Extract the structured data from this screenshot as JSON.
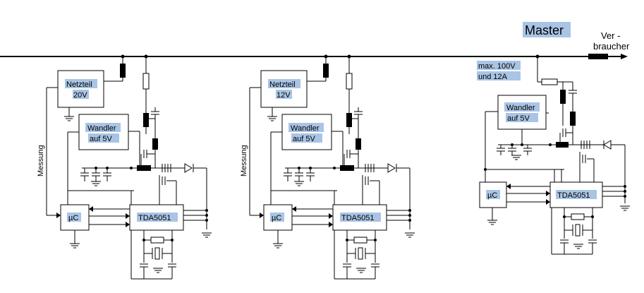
{
  "labels": {
    "master": "Master",
    "consumer_line1": "Ver -",
    "consumer_line2": "braucher",
    "max_line1": "max. 100V",
    "max_line2": "und    12A",
    "measure": "Messung",
    "psu1_line1": "Netzteil",
    "psu1_line2": "20V",
    "psu2_line1": "Netzteil",
    "psu2_line2": "12V",
    "conv_line1": "Wandler",
    "conv_line2": "auf 5V",
    "uc": "µC",
    "tda": "TDA5051"
  },
  "colors": {
    "highlight": "#a9c4e4",
    "line": "#000000"
  }
}
